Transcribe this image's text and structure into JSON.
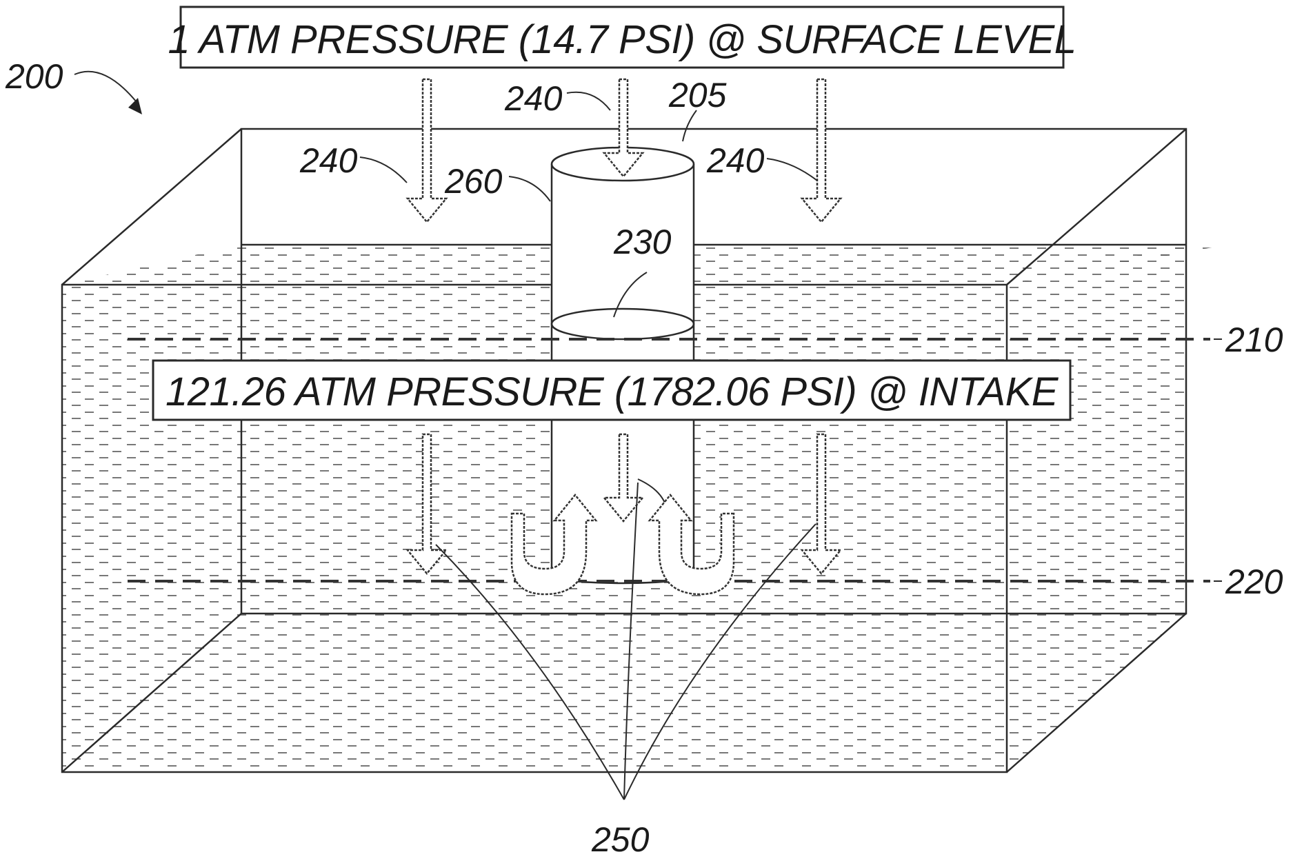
{
  "figure": {
    "top_label": "1 ATM PRESSURE (14.7 PSI) @ SURFACE LEVEL",
    "intake_label": "121.26 ATM PRESSURE (1782.06 PSI) @ INTAKE",
    "refs": {
      "system": "200",
      "pipe_top": "205",
      "surface_line": "210",
      "intake_line": "220",
      "piston": "230",
      "arrow_left": "240",
      "arrow_center": "240",
      "arrow_right": "240",
      "flow": "250",
      "pipe_wall": "260"
    }
  }
}
